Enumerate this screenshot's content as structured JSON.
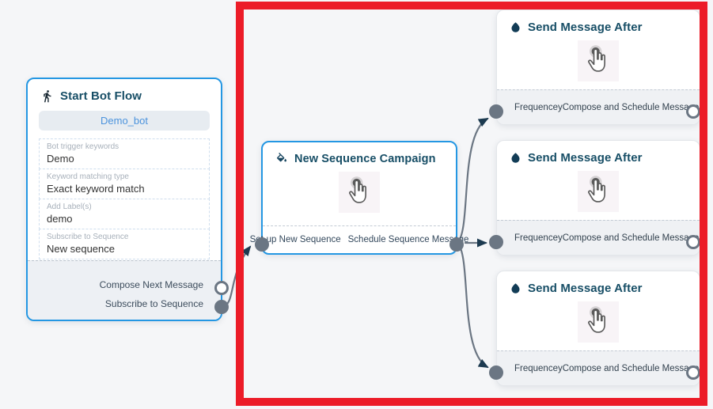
{
  "colors": {
    "canvas_bg": "#f5f6f8",
    "node_border_blue": "#2497e3",
    "highlight_red": "#ec1c28",
    "title_navy": "#174e66",
    "edge_gray": "#6b7683",
    "arrow_navy": "#1c3a50",
    "chip_text_blue": "#4b93dd",
    "chip_bg": "#e7ecf1"
  },
  "start_node": {
    "title": "Start Bot Flow",
    "bot_name": "Demo_bot",
    "fields": [
      {
        "label": "Bot trigger keywords",
        "value": "Demo"
      },
      {
        "label": "Keyword matching type",
        "value": "Exact keyword match"
      },
      {
        "label": "Add Label(s)",
        "value": "demo"
      },
      {
        "label": "Subscribe to Sequence",
        "value": "New sequence"
      }
    ],
    "outputs": [
      {
        "label": "Compose Next Message"
      },
      {
        "label": "Subscribe to Sequence"
      }
    ]
  },
  "sequence_node": {
    "title": "New Sequence Campaign",
    "left_port_label": "Set-up New Sequence",
    "right_port_label": "Schedule Sequence Message"
  },
  "send_nodes": [
    {
      "title": "Send Message After",
      "input_label": "Frequencey",
      "output_label": "Compose and Schedule Message"
    },
    {
      "title": "Send Message After",
      "input_label": "Frequencey",
      "output_label": "Compose and Schedule Message"
    },
    {
      "title": "Send Message After",
      "input_label": "Frequencey",
      "output_label": "Compose and Schedule Message"
    }
  ]
}
